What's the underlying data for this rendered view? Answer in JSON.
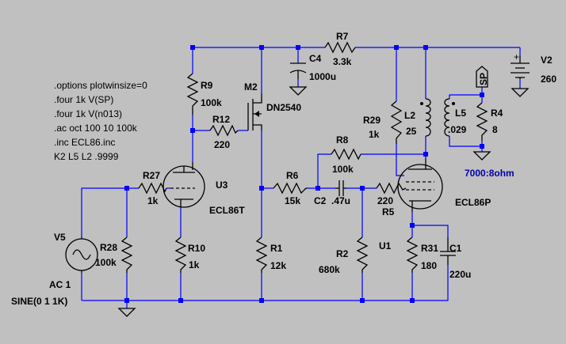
{
  "directives": [
    ".options plotwinsize=0",
    ".four 1k V(SP)",
    ".four 1k V(n013)",
    ".ac oct 100 10 100k",
    ".inc ECL86.inc",
    "K2 L5 L2 .9999"
  ],
  "components": {
    "R7": {
      "name": "R7",
      "value": "3.3k"
    },
    "C4": {
      "name": "C4",
      "value": "1000u"
    },
    "V2": {
      "name": "V2",
      "value": "260"
    },
    "M2": {
      "name": "M2",
      "value": "DN2540"
    },
    "R9": {
      "name": "R9",
      "value": "100k"
    },
    "R12": {
      "name": "R12",
      "value": "220"
    },
    "R29": {
      "name": "R29",
      "value": "1k"
    },
    "L2": {
      "name": "L2",
      "value": "25"
    },
    "L5": {
      "name": "L5",
      "value": ".029"
    },
    "R4": {
      "name": "R4",
      "value": "8"
    },
    "R8": {
      "name": "R8",
      "value": "100k"
    },
    "R27": {
      "name": "R27",
      "value": "1k"
    },
    "U3": {
      "name": "U3",
      "value": "ECL86T"
    },
    "R6": {
      "name": "R6",
      "value": "15k"
    },
    "C2": {
      "name": "C2",
      "value": ".47u"
    },
    "R5": {
      "name": "R5",
      "value": "220"
    },
    "U1": {
      "name": "U1",
      "value": "ECL86P"
    },
    "V5": {
      "name": "V5",
      "value": "AC 1",
      "value2": "SINE(0 1 1K)"
    },
    "R28": {
      "name": "R28",
      "value": "100k"
    },
    "R10": {
      "name": "R10",
      "value": "1k"
    },
    "R1": {
      "name": "R1",
      "value": "12k"
    },
    "R2": {
      "name": "R2",
      "value": "680k"
    },
    "R31": {
      "name": "R31",
      "value": "180"
    },
    "C1": {
      "name": "C1",
      "value": "220u"
    }
  },
  "annotations": {
    "ratio": "7000:8ohm",
    "sp_label": "SP",
    "plus_sign": "+"
  },
  "colors": {
    "background": "#c0c0c0",
    "wire": "#0000ff",
    "component": "#000000",
    "annotation": "#0000b0"
  }
}
